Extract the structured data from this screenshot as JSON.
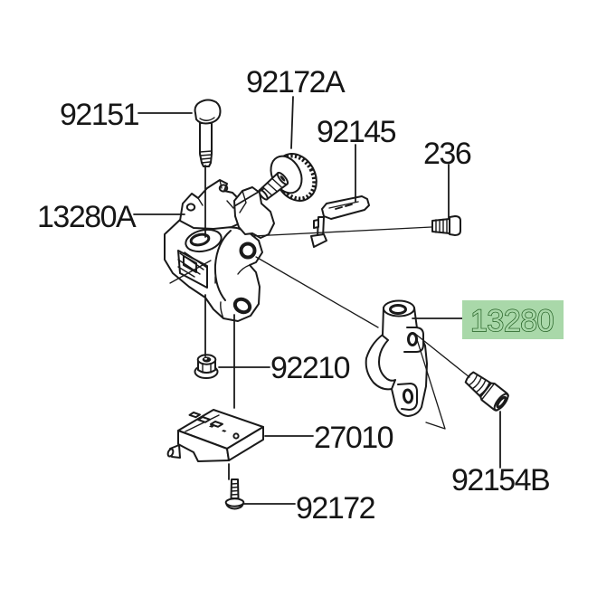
{
  "diagram": {
    "description": "Exploded parts diagram with numbered leader labels",
    "background_color": "#ffffff",
    "line_color": "#1a1a1a",
    "highlight_bg_color": "#a9d8a9",
    "highlight_outline_color": "#1f5c1f",
    "parts": [
      {
        "part_number": "92151",
        "highlighted": false
      },
      {
        "part_number": "92172A",
        "highlighted": false
      },
      {
        "part_number": "92145",
        "highlighted": false
      },
      {
        "part_number": "236",
        "highlighted": false
      },
      {
        "part_number": "13280A",
        "highlighted": false
      },
      {
        "part_number": "13280",
        "highlighted": true
      },
      {
        "part_number": "92210",
        "highlighted": false
      },
      {
        "part_number": "27010",
        "highlighted": false
      },
      {
        "part_number": "92172",
        "highlighted": false
      },
      {
        "part_number": "92154B",
        "highlighted": false
      }
    ]
  }
}
